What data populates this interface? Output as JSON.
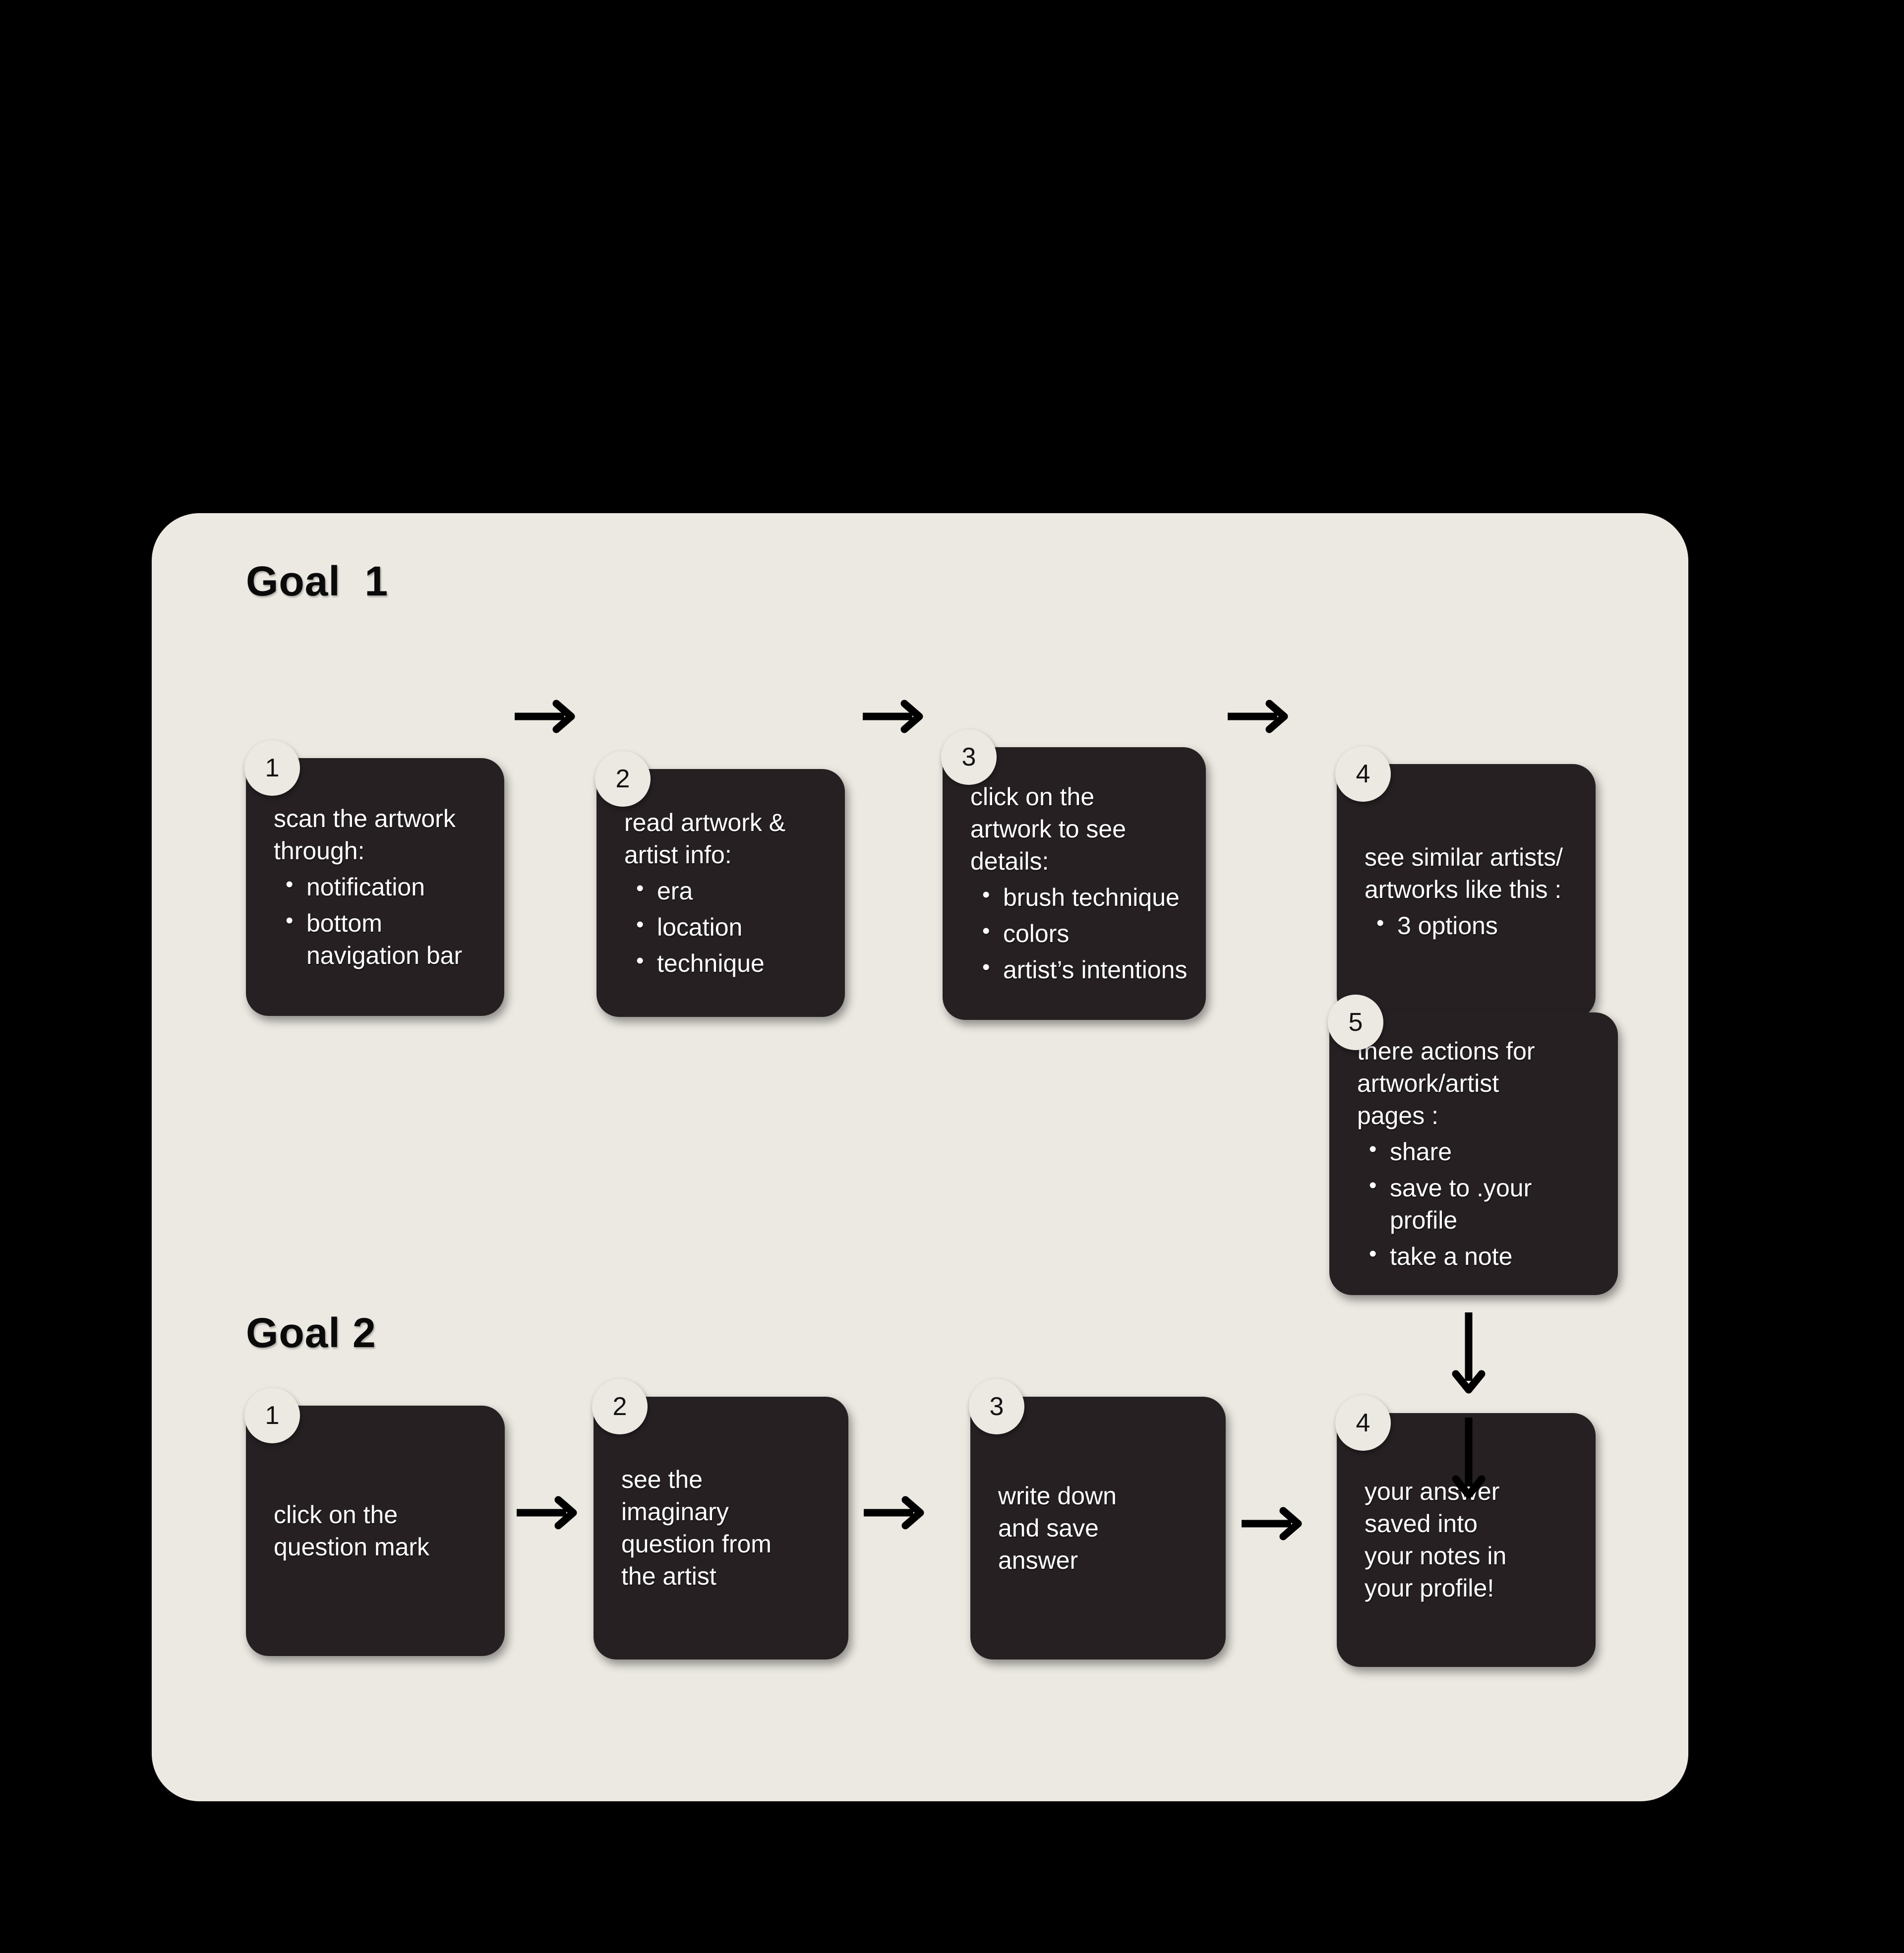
{
  "theme": {
    "page_background": "#000000",
    "panel_background": "#ECE9E2",
    "card_background": "#262022",
    "card_text": "#FFFFFF",
    "heading_text": "#0A0A0A",
    "arrow_color": "#000000"
  },
  "goal1": {
    "heading": "Goal  1",
    "steps": [
      {
        "number": "1",
        "title": "scan the artwork\nthrough:",
        "items": [
          "notification",
          "bottom navigation bar"
        ]
      },
      {
        "number": "2",
        "title": "read artwork &\nartist info:",
        "items": [
          "era",
          "location",
          "technique"
        ]
      },
      {
        "number": "3",
        "title": "click on the\nartwork to see\ndetails:",
        "items": [
          "brush technique",
          "colors",
          "artist’s intentions"
        ]
      },
      {
        "number": "4",
        "title": "see similar artists/\nartworks like this :",
        "items": [
          "3 options"
        ]
      },
      {
        "number": "5",
        "title": "there actions for\nartwork/artist\npages :",
        "items": [
          "share",
          "save to .your profile",
          "take a note"
        ]
      }
    ]
  },
  "goal2": {
    "heading": "Goal 2",
    "steps": [
      {
        "number": "1",
        "title": "click on the\nquestion mark",
        "items": []
      },
      {
        "number": "2",
        "title": "see the\nimaginary\nquestion from\nthe artist",
        "items": []
      },
      {
        "number": "3",
        "title": "write down\nand save\nanswer",
        "items": []
      },
      {
        "number": "4",
        "title": "your answer\nsaved into\nyour notes in\nyour profile!",
        "items": []
      }
    ]
  },
  "connectors": [
    {
      "name": "arrow-g1-1-to-2",
      "direction": "right"
    },
    {
      "name": "arrow-g1-2-to-3",
      "direction": "right"
    },
    {
      "name": "arrow-g1-3-to-4",
      "direction": "right"
    },
    {
      "name": "arrow-g1-4-to-5",
      "direction": "down"
    },
    {
      "name": "arrow-g1-5-to-g2-4",
      "direction": "down"
    },
    {
      "name": "arrow-g2-1-to-2",
      "direction": "right"
    },
    {
      "name": "arrow-g2-2-to-3",
      "direction": "right"
    },
    {
      "name": "arrow-g2-3-to-4",
      "direction": "right"
    }
  ]
}
